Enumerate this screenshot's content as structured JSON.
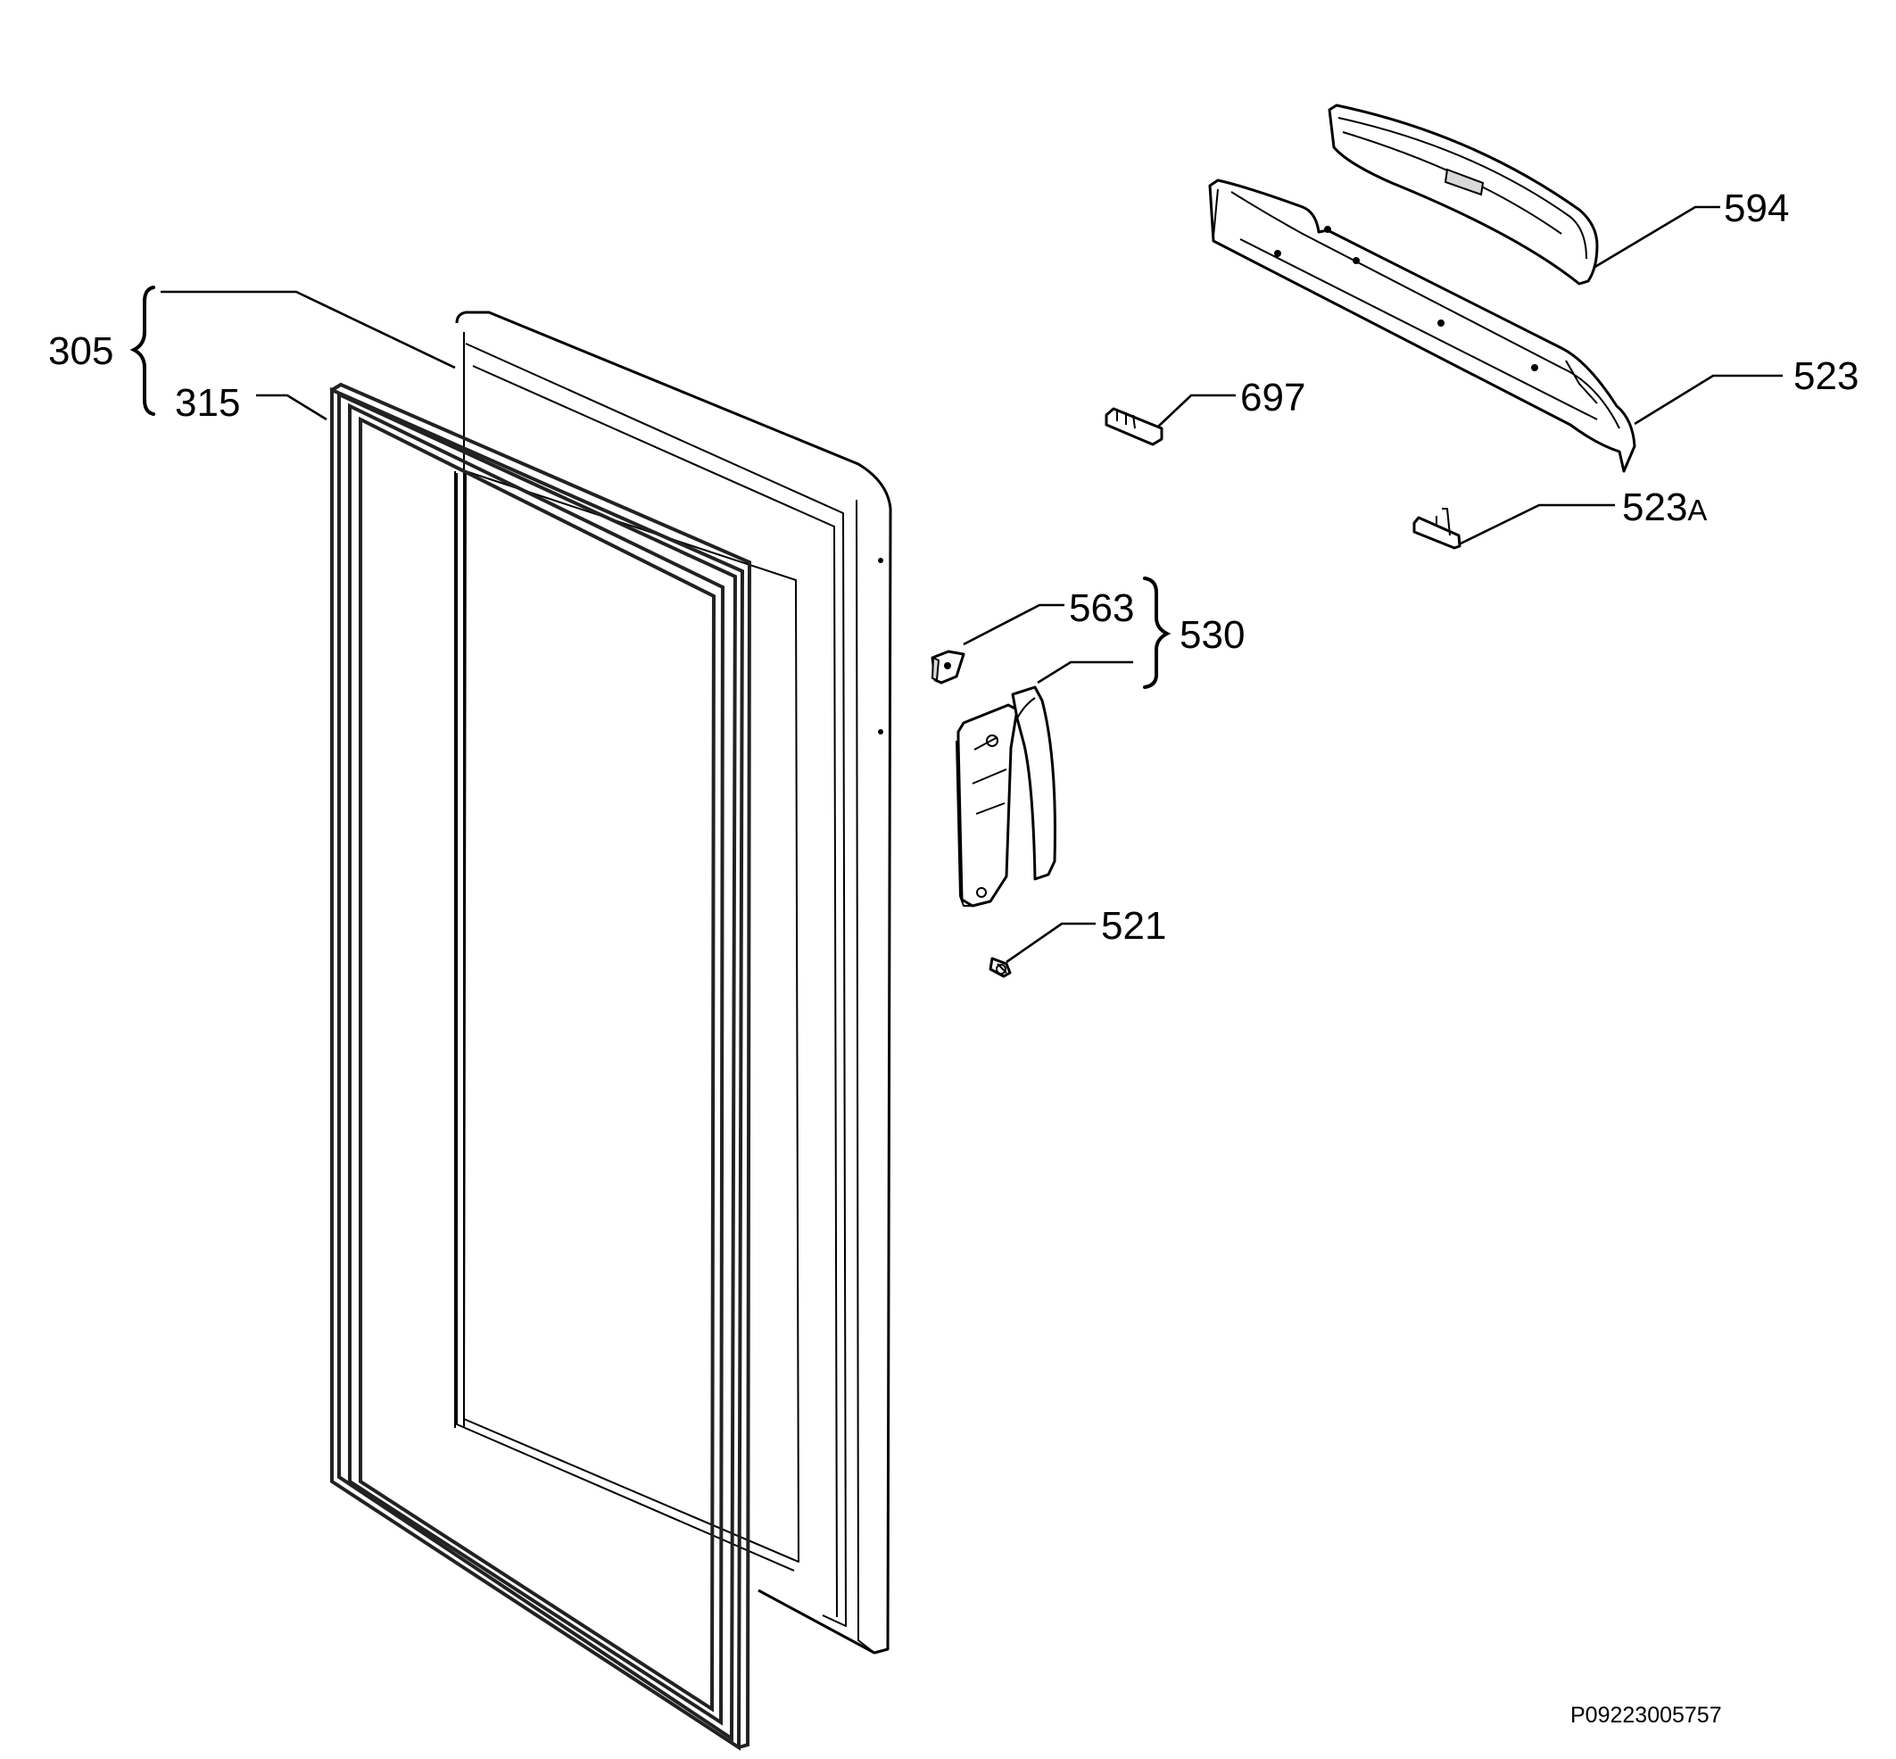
{
  "diagram": {
    "reference_code": "P09223005757",
    "labels": {
      "l305": "305",
      "l315": "315",
      "l594": "594",
      "l523": "523",
      "l697": "697",
      "l523A_num": "523",
      "l523A_suffix": "A",
      "l563": "563",
      "l530": "530",
      "l521": "521"
    },
    "parts": [
      {
        "id": "305",
        "icon": "door-assembly-icon"
      },
      {
        "id": "315",
        "icon": "door-gasket-icon"
      },
      {
        "id": "594",
        "icon": "top-trim-icon"
      },
      {
        "id": "523",
        "icon": "top-cover-icon"
      },
      {
        "id": "697",
        "icon": "clip-icon"
      },
      {
        "id": "523A",
        "icon": "bracket-icon"
      },
      {
        "id": "563",
        "icon": "hinge-piece-icon"
      },
      {
        "id": "530",
        "icon": "handle-assembly-icon"
      },
      {
        "id": "521",
        "icon": "screw-icon"
      }
    ]
  }
}
